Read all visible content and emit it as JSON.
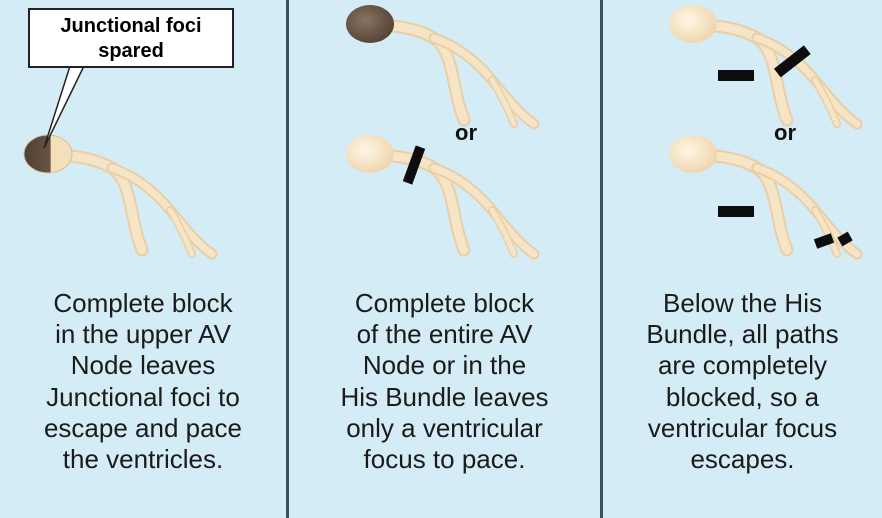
{
  "colors": {
    "background": "#d4ecf6",
    "divider": "#3b4f60",
    "conduction_path": "#f4dfbd",
    "active_focus": "#6a5444",
    "block_bar": "#0d0d0d"
  },
  "callout": {
    "text": "Junctional foci\nspared"
  },
  "panels": [
    {
      "caption": "Complete block\nin the upper AV\nNode leaves\nJunctional foci to\nescape and pace\nthe ventricles."
    },
    {
      "or_label": "or",
      "caption": "Complete block\nof the entire AV\nNode or in the\nHis Bundle leaves\nonly a ventricular\nfocus to pace."
    },
    {
      "or_label": "or",
      "caption": "Below the His\nBundle, all paths\nare completely\nblocked, so a\nventricular focus\nescapes."
    }
  ]
}
